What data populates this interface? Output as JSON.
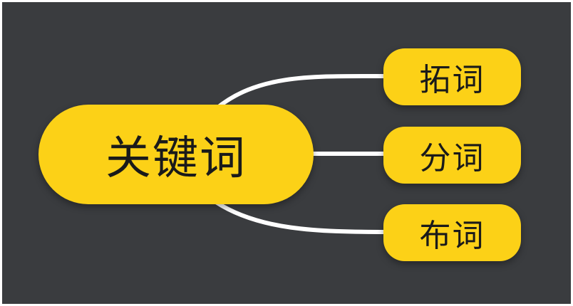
{
  "diagram": {
    "root": {
      "label": "关键词"
    },
    "children": [
      {
        "label": "拓词"
      },
      {
        "label": "分词"
      },
      {
        "label": "布词"
      }
    ],
    "colors": {
      "background": "#3a3c3f",
      "node_fill": "#fcd117",
      "connector": "#ffffff",
      "text": "#1a1a1a"
    }
  }
}
